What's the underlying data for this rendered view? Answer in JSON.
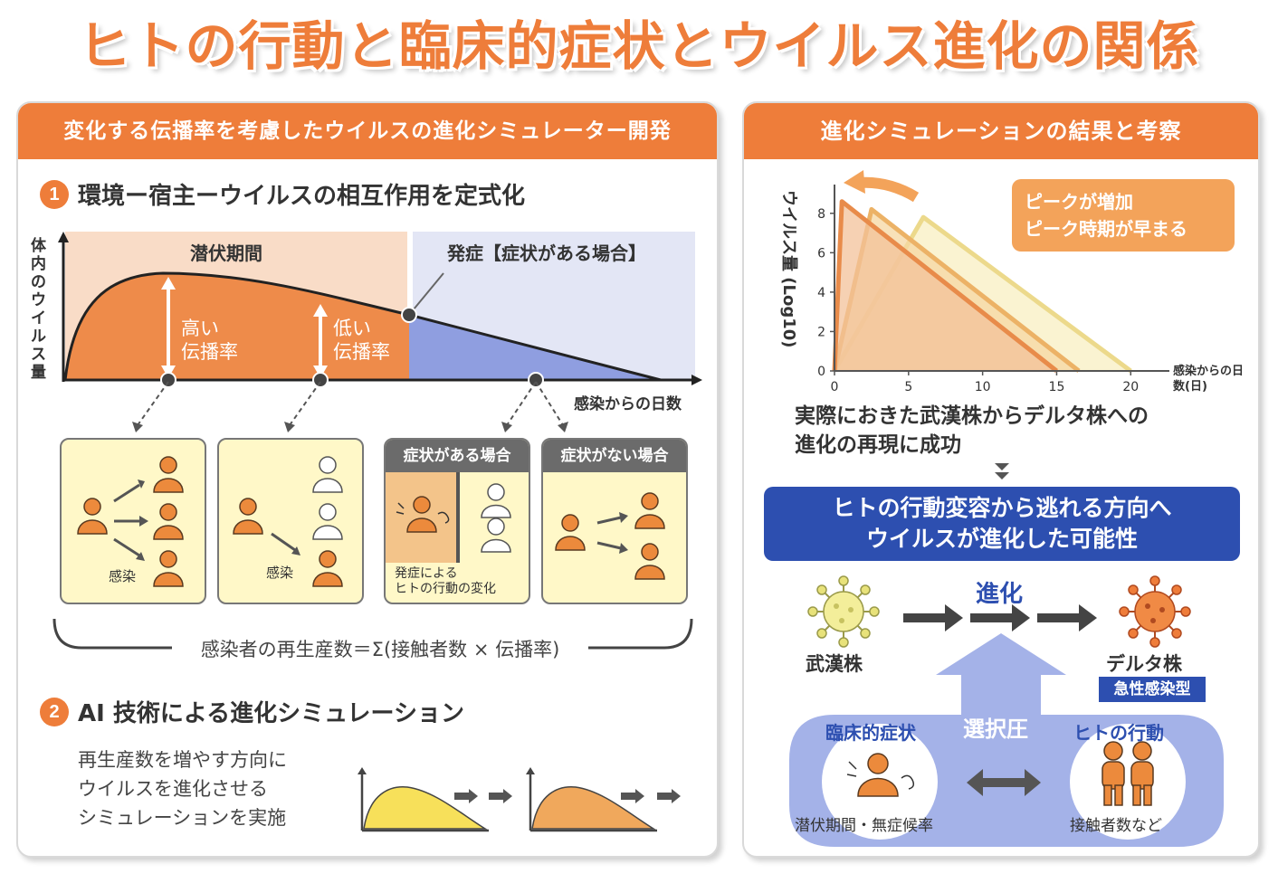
{
  "title": "ヒトの行動と臨床的症状とウイルス進化の関係",
  "left": {
    "header": "変化する伝播率を考慮したウイルスの進化シミュレーター開発",
    "section1": {
      "number": "1",
      "title": "環境ー宿主ーウイルスの相互作用を定式化"
    },
    "diagram": {
      "ylabel": "体内のウイルス量",
      "incubation": "潜伏期間",
      "onset": "発症【症状がある場合】",
      "high_rate": [
        "高い",
        "伝播率"
      ],
      "low_rate": [
        "低い",
        "伝播率"
      ],
      "xlabel": "感染からの日数"
    },
    "boxes": {
      "box1_label": "感染",
      "box2_label": "感染",
      "box3_head": "症状がある場合",
      "box3_caption": [
        "発症による",
        "ヒトの行動の変化"
      ],
      "box4_head": "症状がない場合"
    },
    "formula": "感染者の再生産数＝Σ(接触者数 × 伝播率)",
    "section2": {
      "number": "2",
      "title": "AI 技術による進化シミュレーション"
    },
    "sim_text": [
      "再生産数を増やす方向に",
      "ウイルスを進化させる",
      "シミュレーションを実施"
    ]
  },
  "right": {
    "header": "進化シミュレーションの結果と考察",
    "chart_callout": [
      "ピークが増加",
      "ピーク時期が早まる"
    ],
    "result_text": [
      "実際におきた武漢株からデルタ株への",
      "進化の再現に成功"
    ],
    "banner": [
      "ヒトの行動変容から逃れる方向へ",
      "ウイルスが進化した可能性"
    ],
    "evolution_label": "進化",
    "wuhan": "武漢株",
    "delta": "デルタ株",
    "delta_tag": "急性感染型",
    "selection": "選択圧",
    "clinical": "臨床的症状",
    "clinical_sub": "潜伏期間・無症候率",
    "behavior": "ヒトの行動",
    "behavior_sub": "接触者数など"
  },
  "chart_data": {
    "type": "area",
    "title": "",
    "xlabel": "感染からの日数(日)",
    "ylabel": "ウイルス量 (Log10)",
    "xlim": [
      0,
      22
    ],
    "ylim": [
      0,
      9
    ],
    "xticks": [
      0,
      5,
      10,
      15,
      20
    ],
    "yticks": [
      0,
      2,
      4,
      6,
      8
    ],
    "series": [
      {
        "x": [
          0,
          0.5,
          15
        ],
        "y": [
          0,
          8.6,
          0
        ]
      },
      {
        "x": [
          0,
          2.5,
          16.5
        ],
        "y": [
          0,
          8.2,
          0
        ]
      },
      {
        "x": [
          0,
          6,
          20
        ],
        "y": [
          0,
          7.8,
          0
        ]
      }
    ],
    "colors": [
      "#e88b4a",
      "#ecb266",
      "#ecd98b"
    ],
    "fill_colors": [
      "#f3c29a",
      "#f6d7a2",
      "#f8efc2"
    ],
    "arrow_color": "#ee7d3a"
  }
}
